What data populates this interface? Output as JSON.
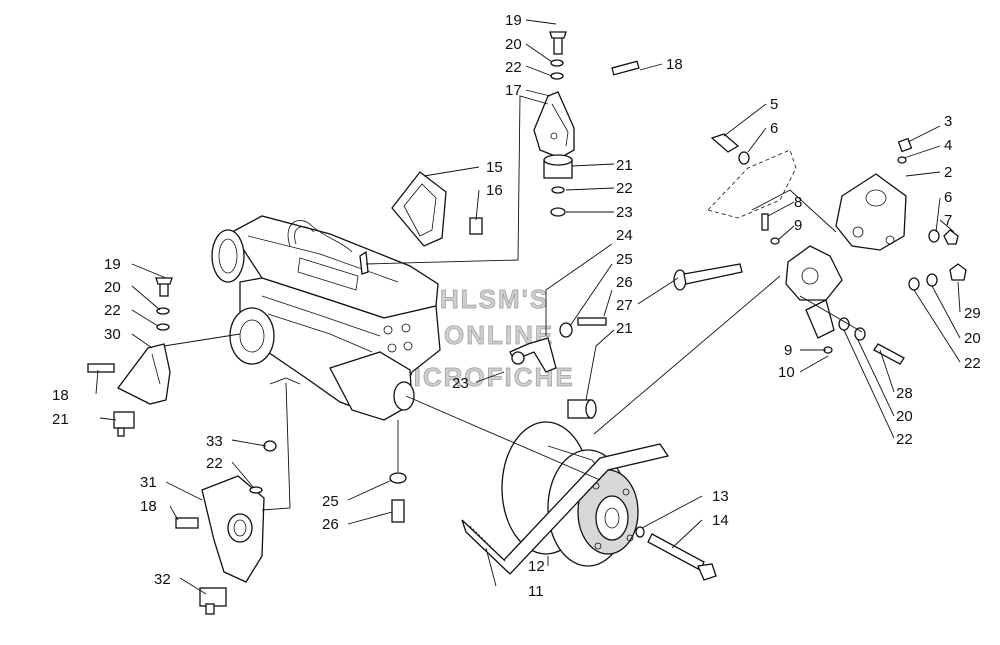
{
  "diagram": {
    "watermark": [
      "HLSM'S",
      "ONLINE",
      "MICROFICHE"
    ],
    "callouts": {
      "c19a": "19",
      "c20a": "20",
      "c22a": "22",
      "c18a": "18",
      "c17": "17",
      "c15": "15",
      "c16": "16",
      "c21a": "21",
      "c22b": "22",
      "c23a": "23",
      "c24": "24",
      "c25a": "25",
      "c26a": "26",
      "c27": "27",
      "c21b": "21",
      "c5": "5",
      "c6a": "6",
      "c3": "3",
      "c4": "4",
      "c2": "2",
      "c6b": "6",
      "c7": "7",
      "c8": "8",
      "c9a": "9",
      "c29": "29",
      "c20b": "20",
      "c22c": "22",
      "c9b": "9",
      "c10": "10",
      "c28": "28",
      "c20c": "20",
      "c22d": "22",
      "c19b": "19",
      "c20d": "20",
      "c22e": "22",
      "c30": "30",
      "c18b": "18",
      "c21c": "21",
      "c23b": "23",
      "c33": "33",
      "c22f": "22",
      "c31": "31",
      "c18c": "18",
      "c32": "32",
      "c25b": "25",
      "c26b": "26",
      "c13": "13",
      "c14": "14",
      "c12": "12",
      "c11": "11"
    }
  }
}
